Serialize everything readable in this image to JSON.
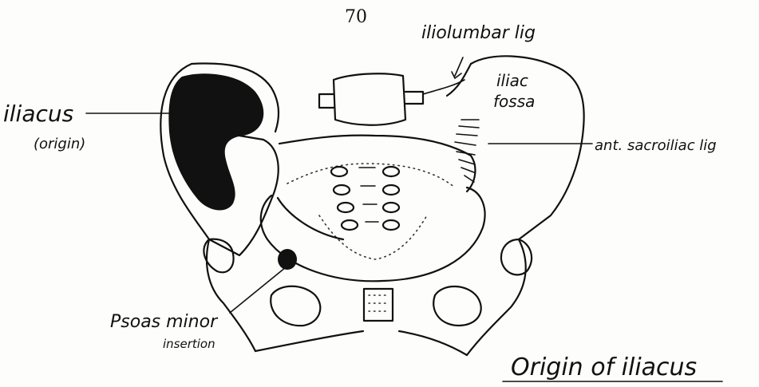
{
  "page_number": "70",
  "labels": {
    "iliolumbar": "iliolumbar lig",
    "iliac_fossa_1": "iliac",
    "iliac_fossa_2": "fossa",
    "iliacus": "iliacus",
    "iliacus_origin": "(origin)",
    "sacroiliac": "ant. sacroiliac lig",
    "psoas_1": "Psoas minor",
    "psoas_2": "insertion"
  },
  "caption": "Origin of iliacus",
  "colors": {
    "ink": "#111111",
    "paper": "#fdfdfb"
  }
}
